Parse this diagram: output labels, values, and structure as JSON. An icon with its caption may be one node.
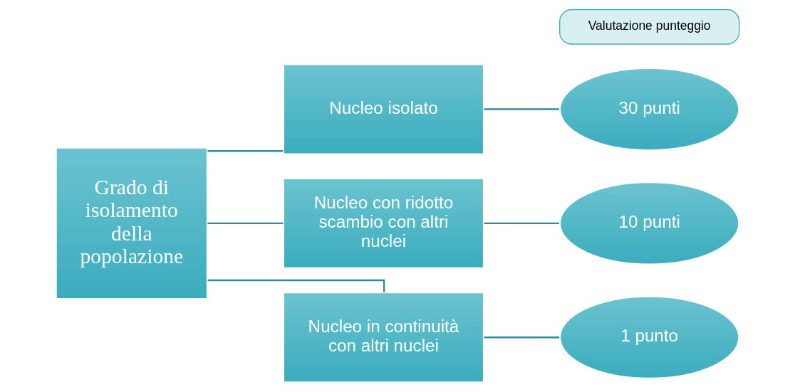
{
  "diagram": {
    "nodes": [
      {
        "text": [
          "Grado di isolamento della popolazione"
        ]
      },
      {
        "text": [
          "Nucleo isolato"
        ]
      },
      {
        "text": [
          "Nucleo con ridotto scambio con altri nuclei"
        ]
      },
      {
        "text": [
          "Nucleo in continuità con altri nuclei"
        ]
      },
      {
        "text": [
          "30 punti"
        ]
      },
      {
        "text": [
          "10 punti"
        ]
      },
      {
        "text": [
          "1 punto"
        ]
      },
      {
        "text": [
          "Valutazione punteggio"
        ]
      }
    ],
    "edges": [
      {
        "from": 0,
        "to": 1,
        "arrow": "none"
      },
      {
        "from": 0,
        "to": 2,
        "arrow": "none"
      },
      {
        "from": 0,
        "to": 3,
        "arrow": "none"
      },
      {
        "from": 1,
        "to": 4,
        "arrow": "none"
      },
      {
        "from": 2,
        "to": 5,
        "arrow": "none"
      },
      {
        "from": 3,
        "to": 6,
        "arrow": "none"
      }
    ]
  }
}
